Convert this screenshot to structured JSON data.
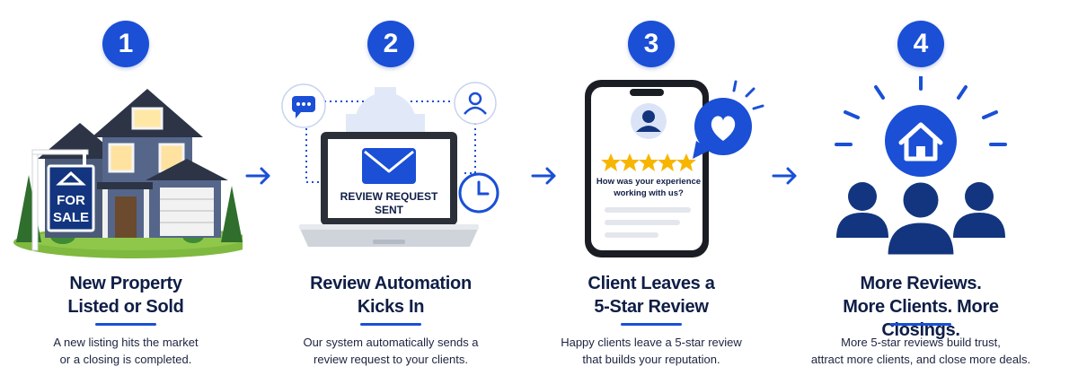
{
  "colors": {
    "accent": "#1a4fd6",
    "dark_navy": "#0f1e46",
    "text": "#1c2440",
    "star": "#f7b500"
  },
  "steps": [
    {
      "number": "1",
      "title_line1": "New Property",
      "title_line2": "Listed or Sold",
      "desc_line1": "A new listing hits the market",
      "desc_line2": "or a closing is completed.",
      "sign_line1": "FOR",
      "sign_line2": "SALE"
    },
    {
      "number": "2",
      "title_line1": "Review Automation",
      "title_line2": "Kicks In",
      "desc_line1": "Our system automatically sends a",
      "desc_line2": "review request to your clients.",
      "screen_line1": "REVIEW REQUEST",
      "screen_line2": "SENT"
    },
    {
      "number": "3",
      "title_line1": "Client Leaves a",
      "title_line2": "5-Star Review",
      "desc_line1": "Happy clients leave a 5-star review",
      "desc_line2": "that builds your reputation.",
      "phone_line1": "How was your experience",
      "phone_line2": "working with us?",
      "stars": 5
    },
    {
      "number": "4",
      "title_line1": "More Reviews.",
      "title_line2": "More Clients. More Closings.",
      "desc_line1": "More 5-star reviews build trust,",
      "desc_line2": "attract more clients, and close more deals."
    }
  ],
  "icons": {
    "step1": "house-for-sale-icon",
    "step2": "laptop-envelope-icon",
    "step3": "phone-review-icon",
    "step4": "home-people-icon",
    "arrow": "arrow-right-icon"
  }
}
